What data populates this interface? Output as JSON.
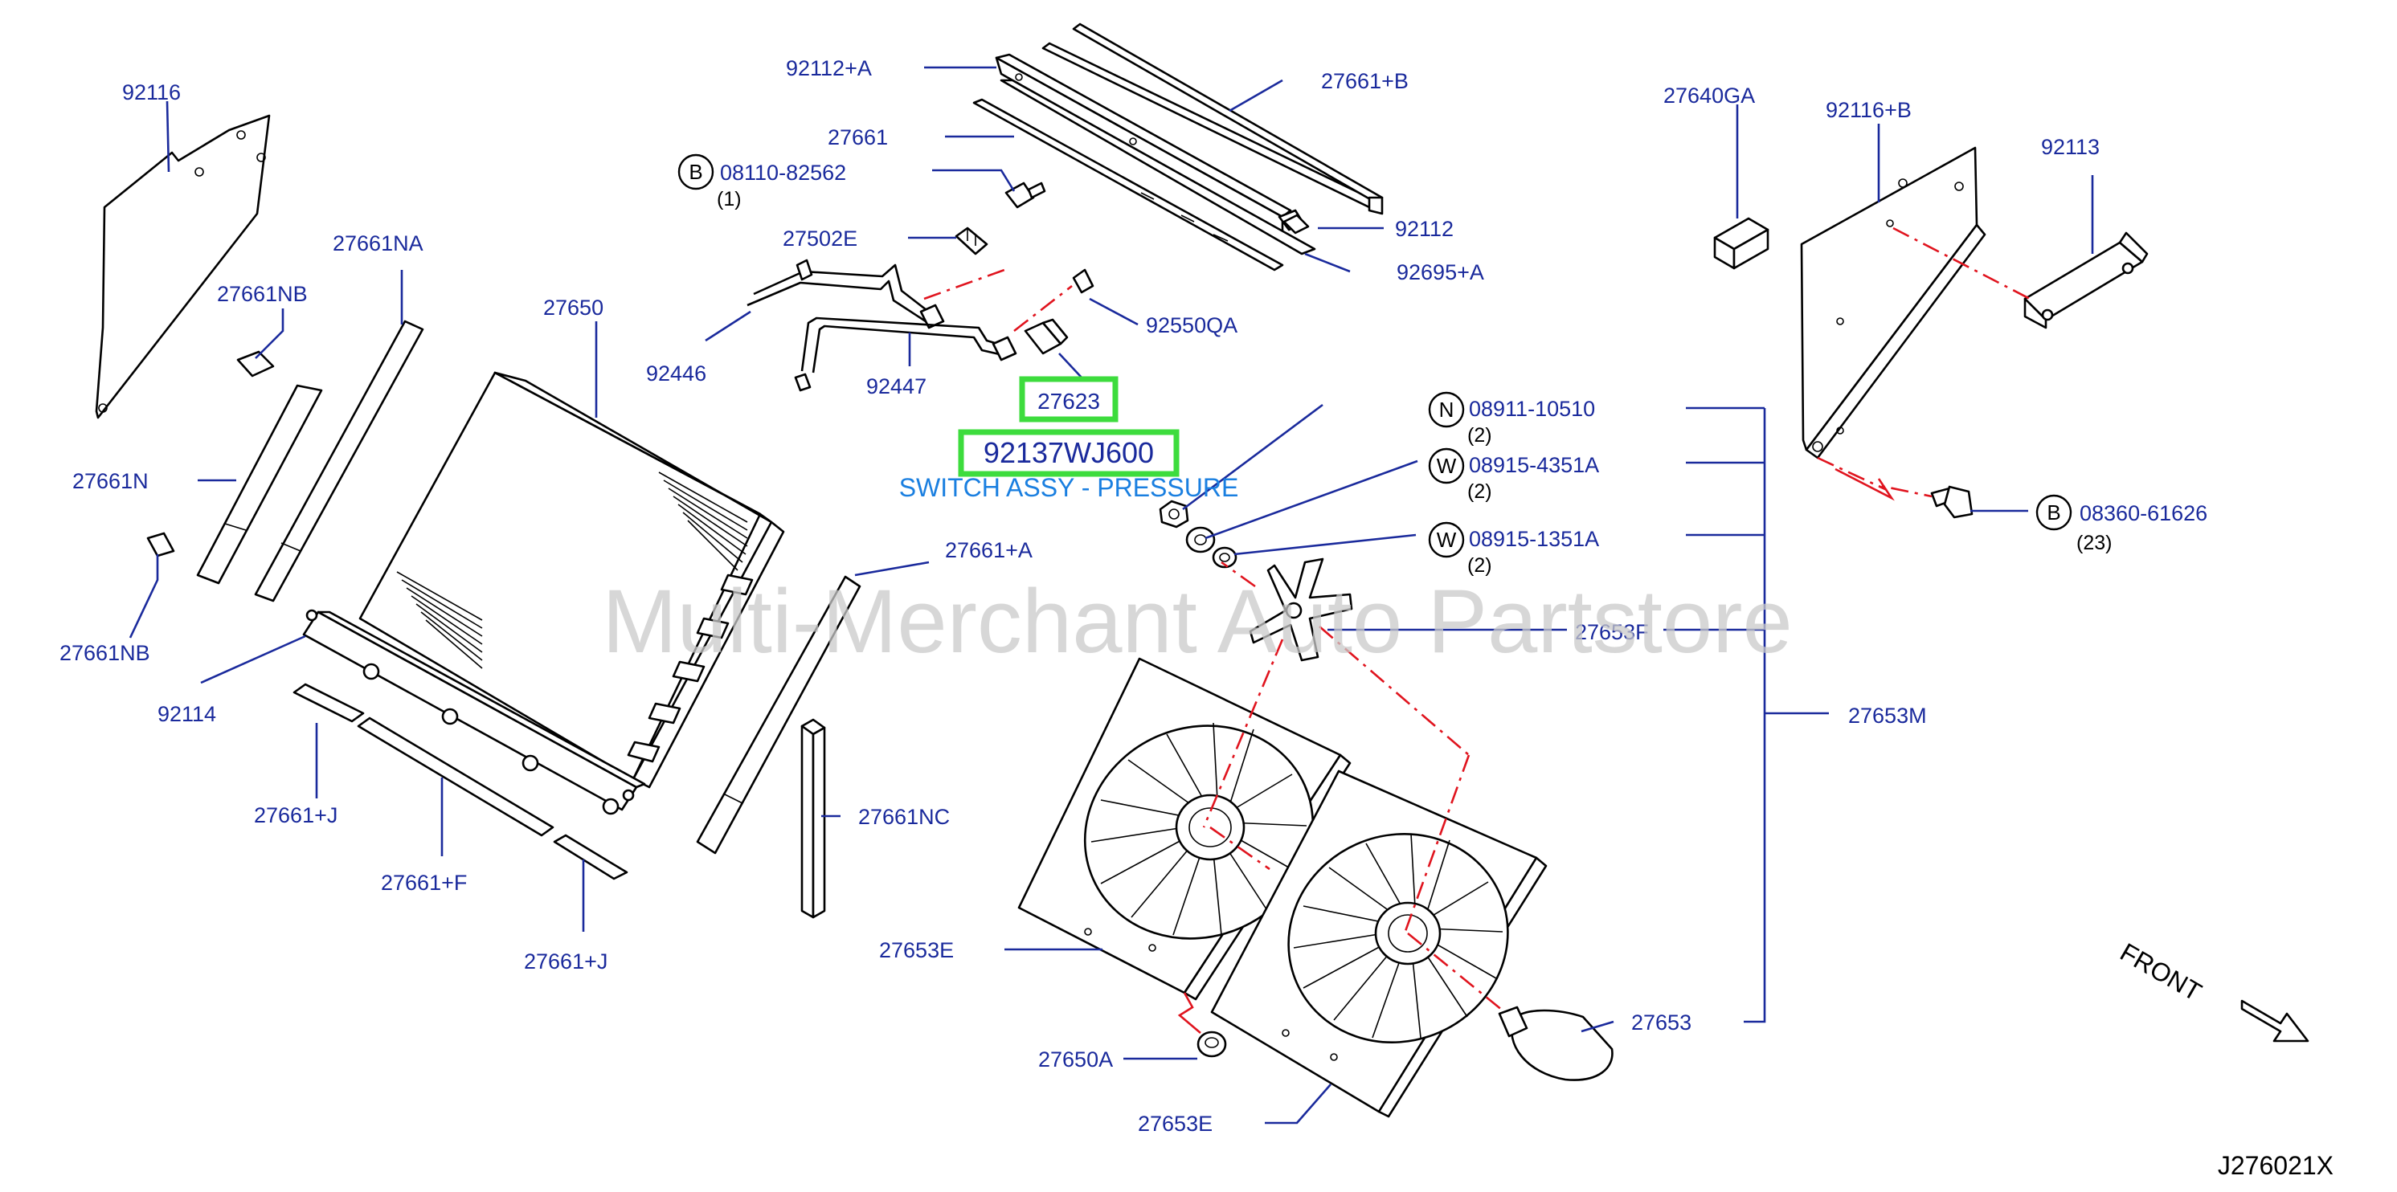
{
  "labels": {
    "p92116": "92116",
    "p27661NB_top": "27661NB",
    "p27661NA": "27661NA",
    "p27661N": "27661N",
    "p27661NB_bot": "27661NB",
    "p92114": "92114",
    "p27661J_left": "27661+J",
    "p27661F": "27661+F",
    "p27661J_bot": "27661+J",
    "p27650": "27650",
    "p92112A": "92112+A",
    "p27661": "27661",
    "p08110": "08110-82562",
    "p08110_qty": "(1)",
    "p27502E": "27502E",
    "p92446": "92446",
    "p92447": "92447",
    "p27661B": "27661+B",
    "p92112": "92112",
    "p92695A": "92695+A",
    "p92550QA": "92550QA",
    "p27640GA": "27640GA",
    "p92116B": "92116+B",
    "p92113": "92113",
    "p08360": "08360-61626",
    "p08360_qty": "(23)",
    "p08911": "08911-10510",
    "p08911_qty": "(2)",
    "p08915_4351": "08915-4351A",
    "p08915_4351_qty": "(2)",
    "p08915_1351": "08915-1351A",
    "p08915_1351_qty": "(2)",
    "p27653F": "27653F",
    "p27653M": "27653M",
    "p27661A": "27661+A",
    "p27661NC": "27661NC",
    "p27653E_mid": "27653E",
    "p27650A": "27650A",
    "p27653E_bot": "27653E",
    "p27653": "27653"
  },
  "circle_codes": {
    "b1": "B",
    "n1": "N",
    "w1": "W",
    "w2": "W",
    "b2": "B"
  },
  "highlight": {
    "part_number": "27623",
    "catalog_number": "92137WJ600",
    "description": "SWITCH ASSY - PRESSURE"
  },
  "watermark": "Multi-Merchant Auto Partstore",
  "orientation_label": "FRONT",
  "diagram_ref": "J276021X",
  "colors": {
    "label_blue": "#1a2a9c",
    "highlight_green": "#3ddc3d",
    "description_blue": "#1a7fe0",
    "guide_red": "#e0141e"
  }
}
